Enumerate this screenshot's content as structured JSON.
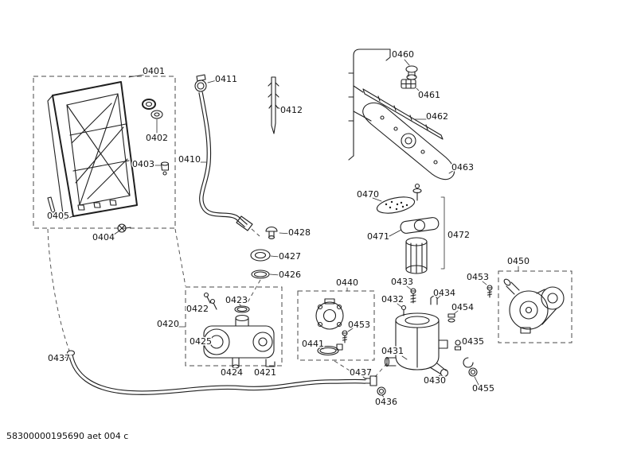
{
  "document": {
    "code": "58300000195690 aet 004 c"
  },
  "colors": {
    "ink": "#1f1f1f",
    "background": "#ffffff"
  },
  "diagram": {
    "callouts": [
      {
        "id": "0401"
      },
      {
        "id": "0411"
      },
      {
        "id": "0412"
      },
      {
        "id": "0460"
      },
      {
        "id": "0461"
      },
      {
        "id": "0462"
      },
      {
        "id": "0402"
      },
      {
        "id": "0403"
      },
      {
        "id": "0410"
      },
      {
        "id": "0463"
      },
      {
        "id": "0470"
      },
      {
        "id": "0405"
      },
      {
        "id": "0404"
      },
      {
        "id": "0471"
      },
      {
        "id": "0472"
      },
      {
        "id": "0428"
      },
      {
        "id": "0427"
      },
      {
        "id": "0426"
      },
      {
        "id": "0450"
      },
      {
        "id": "0433"
      },
      {
        "id": "0453"
      },
      {
        "id": "0434"
      },
      {
        "id": "0432"
      },
      {
        "id": "0440"
      },
      {
        "id": "0422"
      },
      {
        "id": "0423"
      },
      {
        "id": "0454"
      },
      {
        "id": "0420"
      },
      {
        "id": "0425"
      },
      {
        "id": "0453"
      },
      {
        "id": "0441"
      },
      {
        "id": "0431"
      },
      {
        "id": "0435"
      },
      {
        "id": "0437"
      },
      {
        "id": "0424"
      },
      {
        "id": "0421"
      },
      {
        "id": "0437"
      },
      {
        "id": "0430"
      },
      {
        "id": "0455"
      },
      {
        "id": "0436"
      }
    ]
  }
}
